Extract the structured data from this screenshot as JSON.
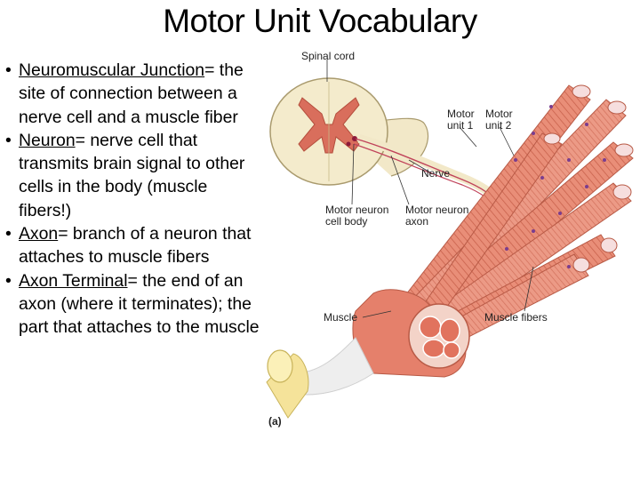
{
  "title": "Motor Unit Vocabulary",
  "bullets": [
    {
      "term": "Neuromuscular Junction",
      "definition": "= the site of connection between a nerve cell and a muscle fiber"
    },
    {
      "term": "Neuron",
      "definition": "= nerve cell that transmits brain signal to other cells in the body (muscle fibers!)"
    },
    {
      "term": "Axon",
      "definition": "= branch of a neuron that attaches to muscle fibers"
    },
    {
      "term": "Axon Terminal",
      "definition": "= the end of an axon (where it terminates); the part that attaches to the muscle"
    }
  ],
  "figure_labels": {
    "spinal_cord": "Spinal cord",
    "motor_unit_1_a": "Motor",
    "motor_unit_1_b": "unit 1",
    "motor_unit_2_a": "Motor",
    "motor_unit_2_b": "unit 2",
    "nerve": "Nerve",
    "cell_body_a": "Motor neuron",
    "cell_body_b": "cell body",
    "axon_a": "Motor neuron",
    "axon_b": "axon",
    "muscle": "Muscle",
    "muscle_fibers": "Muscle fibers",
    "panel": "(a)"
  }
}
